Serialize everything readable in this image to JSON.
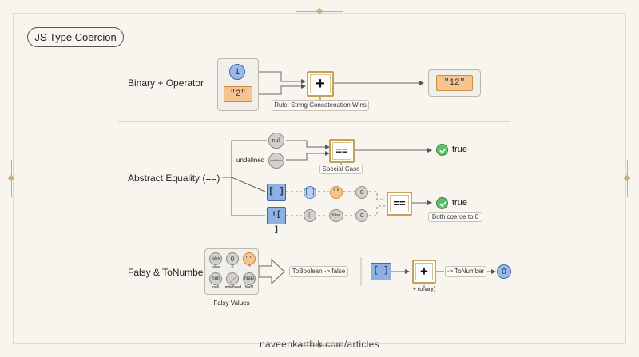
{
  "title": "JS Type Coercion",
  "binary": {
    "label": "Binary + Operator",
    "num": "1",
    "str": "\"2\"",
    "op": "+",
    "result": "\"12\"",
    "rule": "Rule: String Concatenation Wins"
  },
  "abstract": {
    "label": "Abstract Equality (==)",
    "null": "null",
    "undefined": "undefined",
    "undefined_chip": "undefined",
    "eq": "==",
    "special": "Special Case",
    "true1": "true",
    "arr": "[ ]",
    "notarr": "![ ]",
    "chain1": [
      "[ ]",
      "\"\"",
      "0"
    ],
    "chain2": [
      "![ ]",
      "false",
      "0"
    ],
    "eq2": "==",
    "true2": "true",
    "both": "Both coerce to 0"
  },
  "falsy": {
    "label": "Falsy & ToNumber",
    "grid": [
      {
        "chip": "false",
        "caption": "false",
        "kind": "gray"
      },
      {
        "chip": "0",
        "caption": "0",
        "kind": "gray"
      },
      {
        "chip": "\"\"",
        "caption": "\"\"",
        "kind": "orange"
      },
      {
        "chip": "null",
        "caption": "null",
        "kind": "gray"
      },
      {
        "chip": "",
        "caption": "undefined",
        "kind": "gray"
      },
      {
        "chip": "NaN",
        "caption": "NaN",
        "kind": "gray"
      }
    ],
    "caption": "Falsy Values",
    "toboolean": "ToBoolean -> false",
    "arr": "[ ]",
    "plus": "+",
    "unary": "+ (unary)",
    "tonumber": "-> ToNumber",
    "zero": "0"
  },
  "footer": "naveenkarthik.com/articles",
  "colors": {
    "accent_gold": "#c4a15a",
    "blue": "#9db9e6",
    "orange": "#f6c58f",
    "green": "#5cc06e",
    "background": "#f8f5ee"
  }
}
